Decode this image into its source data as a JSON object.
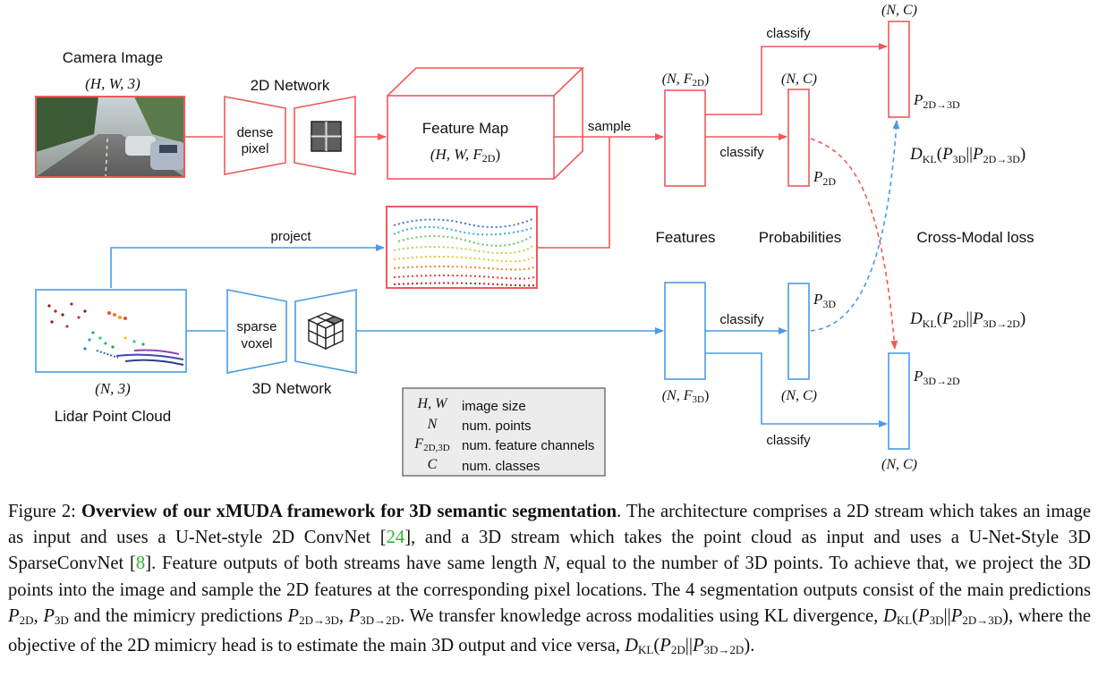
{
  "labels": {
    "camera_image": "Camera Image",
    "camera_dims": "(H, W, 3)",
    "net2d_title": "2D Network",
    "dense_pixel": [
      "dense",
      "pixel"
    ],
    "feature_map": "Feature Map",
    "feature_map_dims": "(H, W, F2D)",
    "sample": "sample",
    "project": "project",
    "feat2d_dims": "(N, F2D)",
    "prob2d_dims": "(N, C)",
    "top_dims": "(N, C)",
    "classify": "classify",
    "p2d": "P2D",
    "p2d_to_3d": "P2D→3D",
    "dkl_top": "DKL(P3D||P2D→3D)",
    "features": "Features",
    "probabilities": "Probabilities",
    "cross_modal_loss": "Cross-Modal loss",
    "p3d": "P3D",
    "dkl_bottom": "DKL(P2D||P3D→2D)",
    "p3d_to_2d": "P3D→2D",
    "lidar_dims": "(N, 3)",
    "lidar_title": "Lidar Point Cloud",
    "sparse_voxel": [
      "sparse",
      "voxel"
    ],
    "net3d_title": "3D Network",
    "feat3d_dims": "(N, F3D)",
    "prob3d_dims": "(N, C)",
    "bottom_dims": "(N, C)"
  },
  "legend": [
    {
      "symbol": "H, W",
      "desc": "image size"
    },
    {
      "symbol": "N",
      "desc": "num. points"
    },
    {
      "symbol": "F2D,3D",
      "desc": "num. feature channels"
    },
    {
      "symbol": "C",
      "desc": "num. classes"
    }
  ],
  "caption": {
    "figure_label": "Figure 2:",
    "title": "Overview of our xMUDA framework for 3D semantic segmentation",
    "text_1": ". The architecture comprises a 2D stream which takes an image as input and uses a U-Net-style 2D ConvNet [",
    "ref_1": "24",
    "text_2": "], and a 3D stream which takes the point cloud as input and uses a U-Net-Style 3D SparseConvNet [",
    "ref_2": "8",
    "text_3": "]. Feature outputs of both streams have same length ",
    "text_4": ", equal to the number of 3D points. To achieve that, we project the 3D points into the image and sample the 2D features at the corresponding pixel locations. The 4 segmentation outputs consist of the main predictions ",
    "text_5": " and the mimicry predictions ",
    "text_6": ". We transfer knowledge across modalities using KL divergence, ",
    "text_7": ", where the objective of the 2D mimicry head is to estimate the main 3D output and vice versa, ",
    "text_8": "."
  },
  "colors": {
    "stream_2d": "#ee5a5a",
    "stream_3d": "#4a9be4"
  }
}
